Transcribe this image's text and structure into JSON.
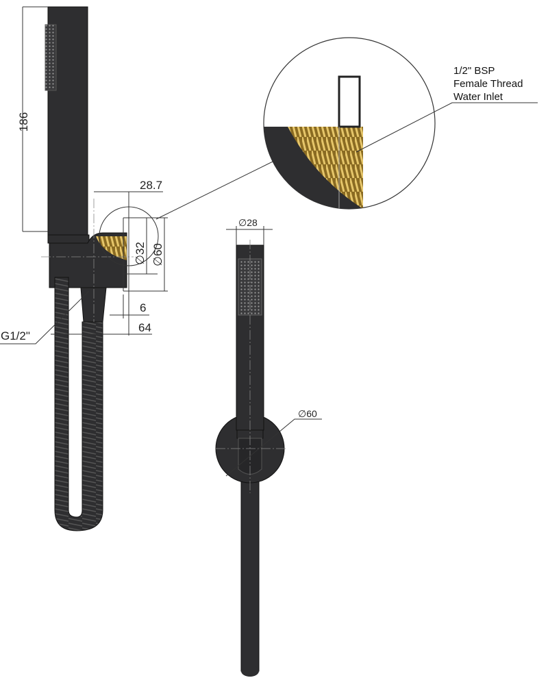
{
  "dimensions": {
    "handle_length": "186",
    "offset": "28.7",
    "inlet_diameter": "∅32",
    "flange_diameter": "∅60",
    "flange_thickness": "6",
    "depth": "64",
    "hose_thread": "G1/2\"",
    "handle_diameter": "∅28",
    "front_flange_diameter": "∅60"
  },
  "detail_callout": {
    "line1": "1/2\" BSP",
    "line2": "Female Thread",
    "line3": "Water Inlet"
  },
  "colors": {
    "finish": "#2e2e30",
    "thread": "#c9a54a"
  }
}
